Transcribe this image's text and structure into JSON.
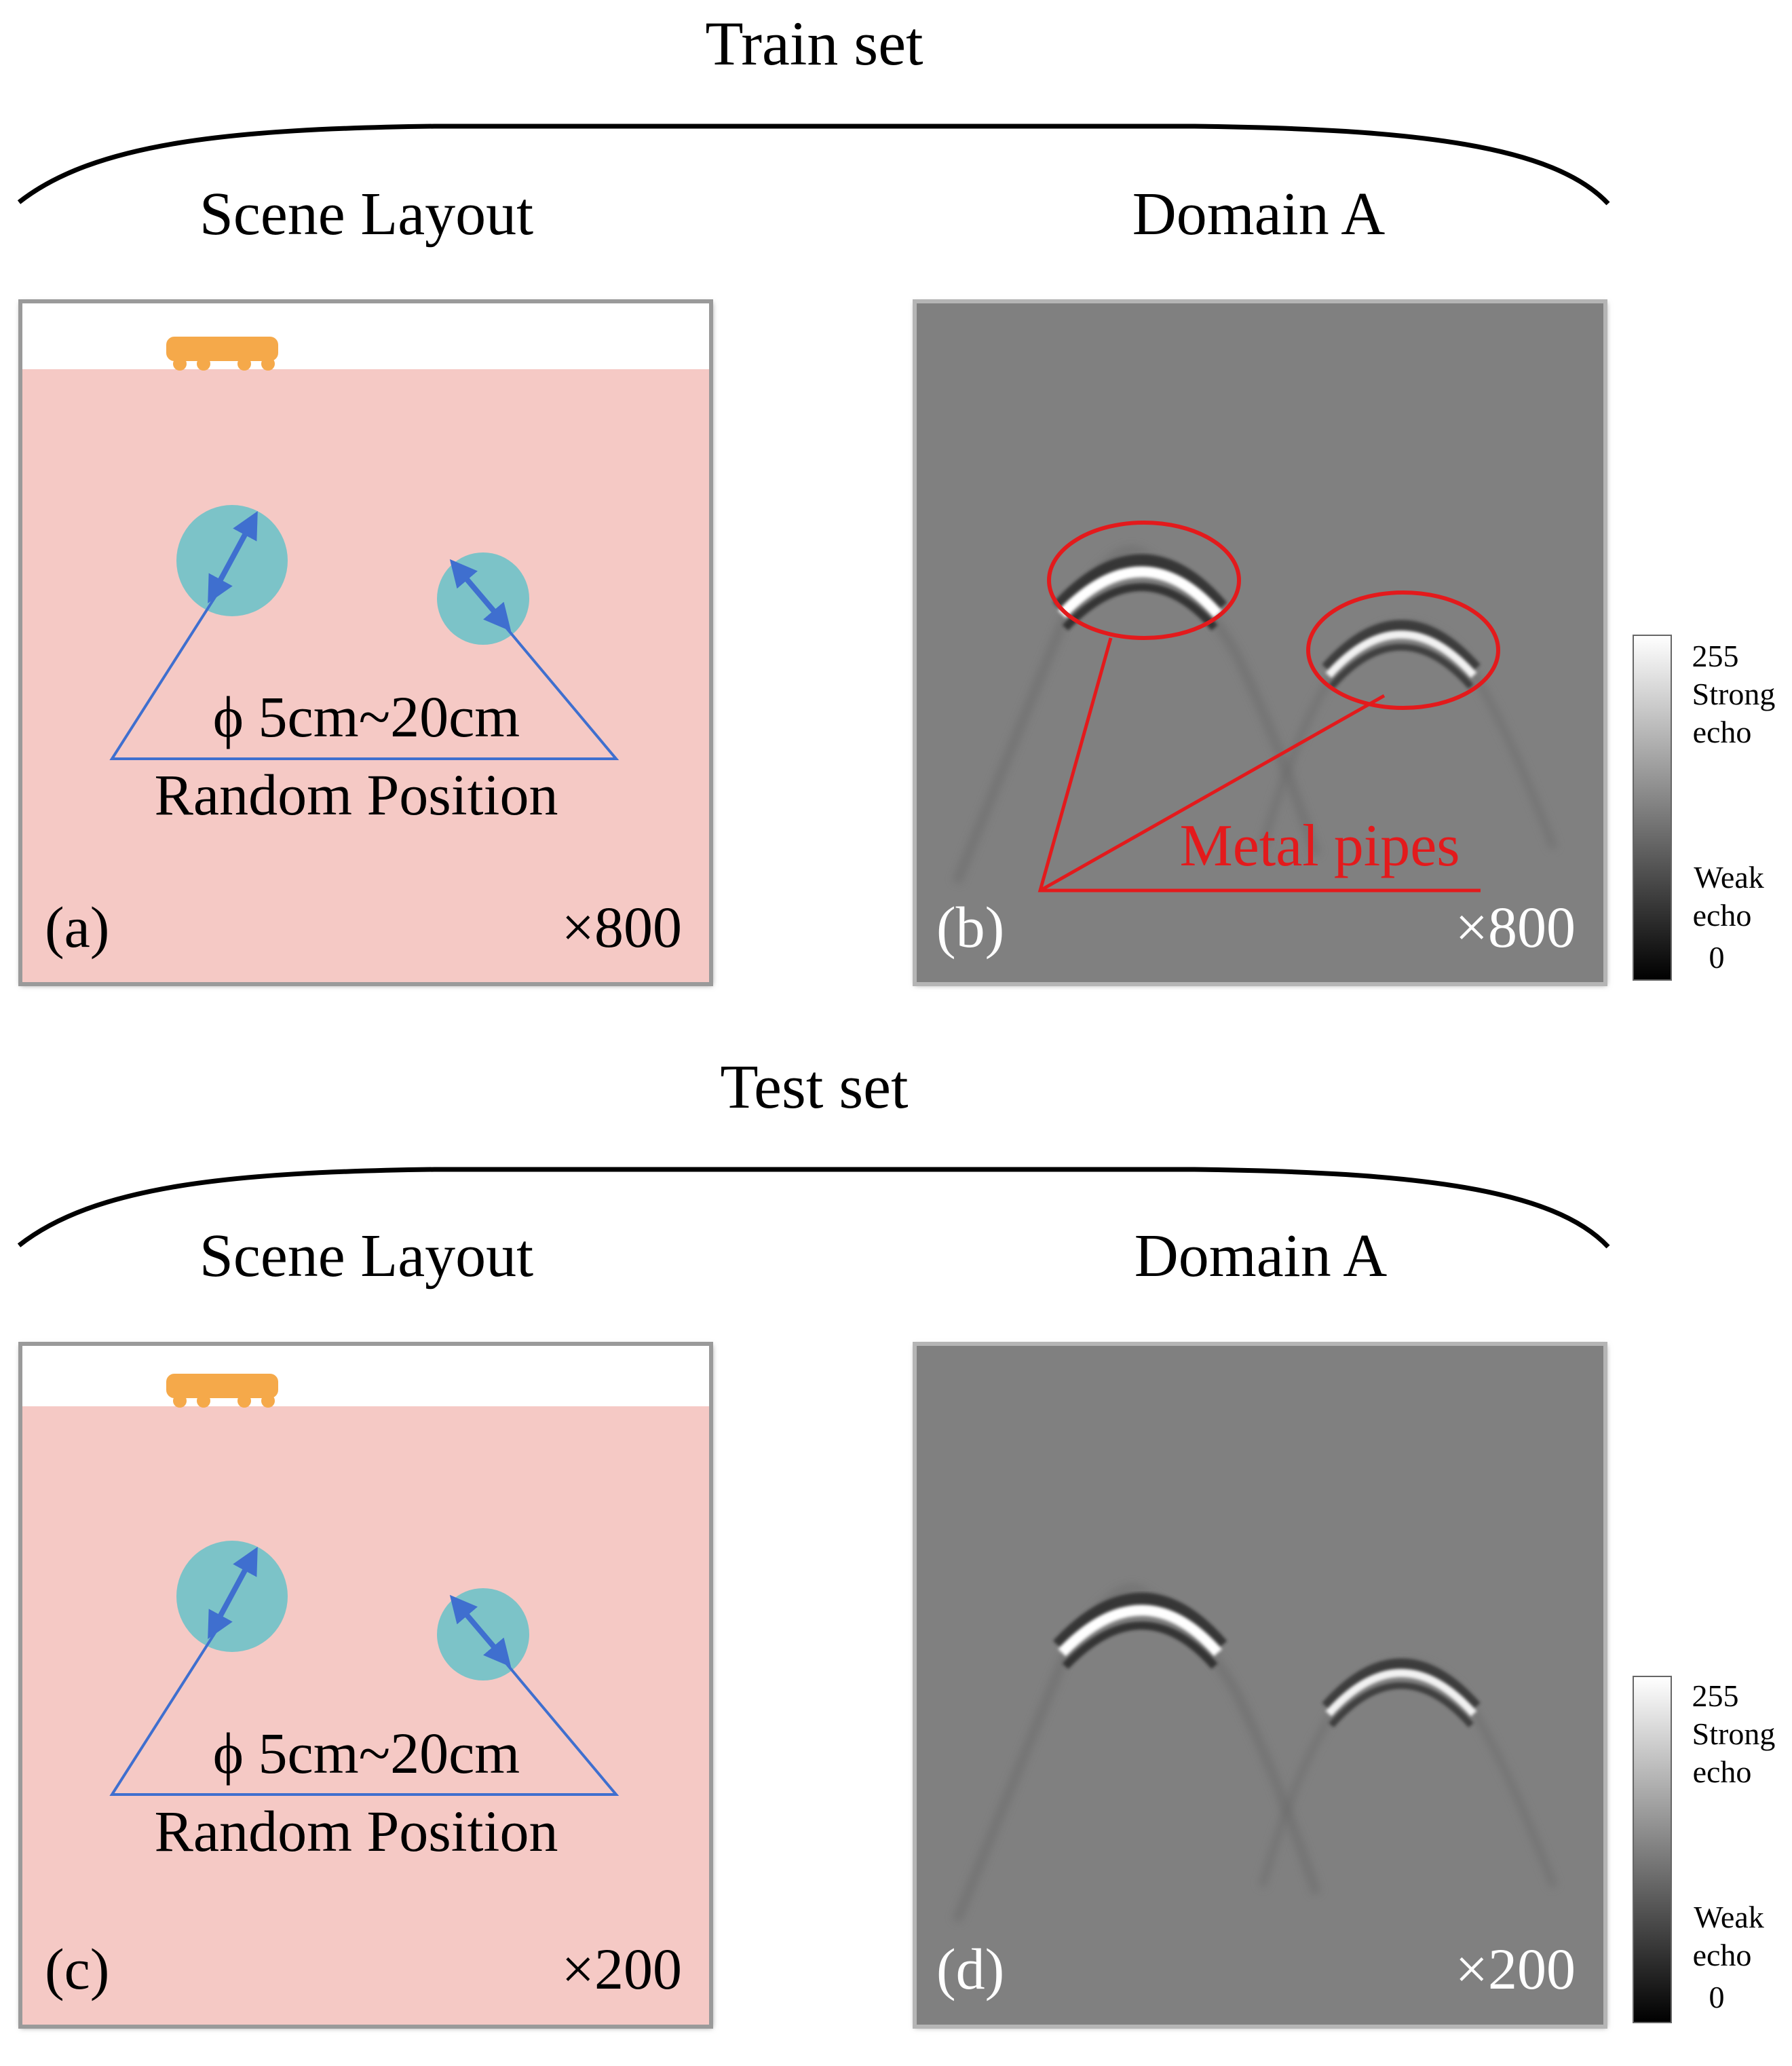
{
  "sections": [
    {
      "title": "Train set",
      "left_heading": "Scene Layout",
      "right_heading": "Domain A",
      "scene": {
        "diameter_label": "ϕ 5cm~20cm",
        "position_label": "Random Position",
        "panel_label": "(a)",
        "count": "×800"
      },
      "gpr": {
        "panel_label": "(b)",
        "count": "×800",
        "annotation": "Metal pipes"
      },
      "colorbar": {
        "max": "255",
        "strong": [
          "Strong",
          "echo"
        ],
        "weak": [
          "Weak",
          "echo"
        ],
        "min": "0"
      }
    },
    {
      "title": "Test set",
      "left_heading": "Scene Layout",
      "right_heading": "Domain A",
      "scene": {
        "diameter_label": "ϕ 5cm~20cm",
        "position_label": "Random Position",
        "panel_label": "(c)",
        "count": "×200"
      },
      "gpr": {
        "panel_label": "(d)",
        "count": "×200"
      },
      "colorbar": {
        "max": "255",
        "strong": [
          "Strong",
          "echo"
        ],
        "weak": [
          "Weak",
          "echo"
        ],
        "min": "0"
      }
    }
  ],
  "colors": {
    "soil": "#f5c9c5",
    "air": "#ffffff",
    "pipe": "#7cc3c8",
    "arrow": "#3f6fcf",
    "vehicle": "#f5a94a",
    "gpr_background": "#808080",
    "annotation": "#e31a1c"
  }
}
